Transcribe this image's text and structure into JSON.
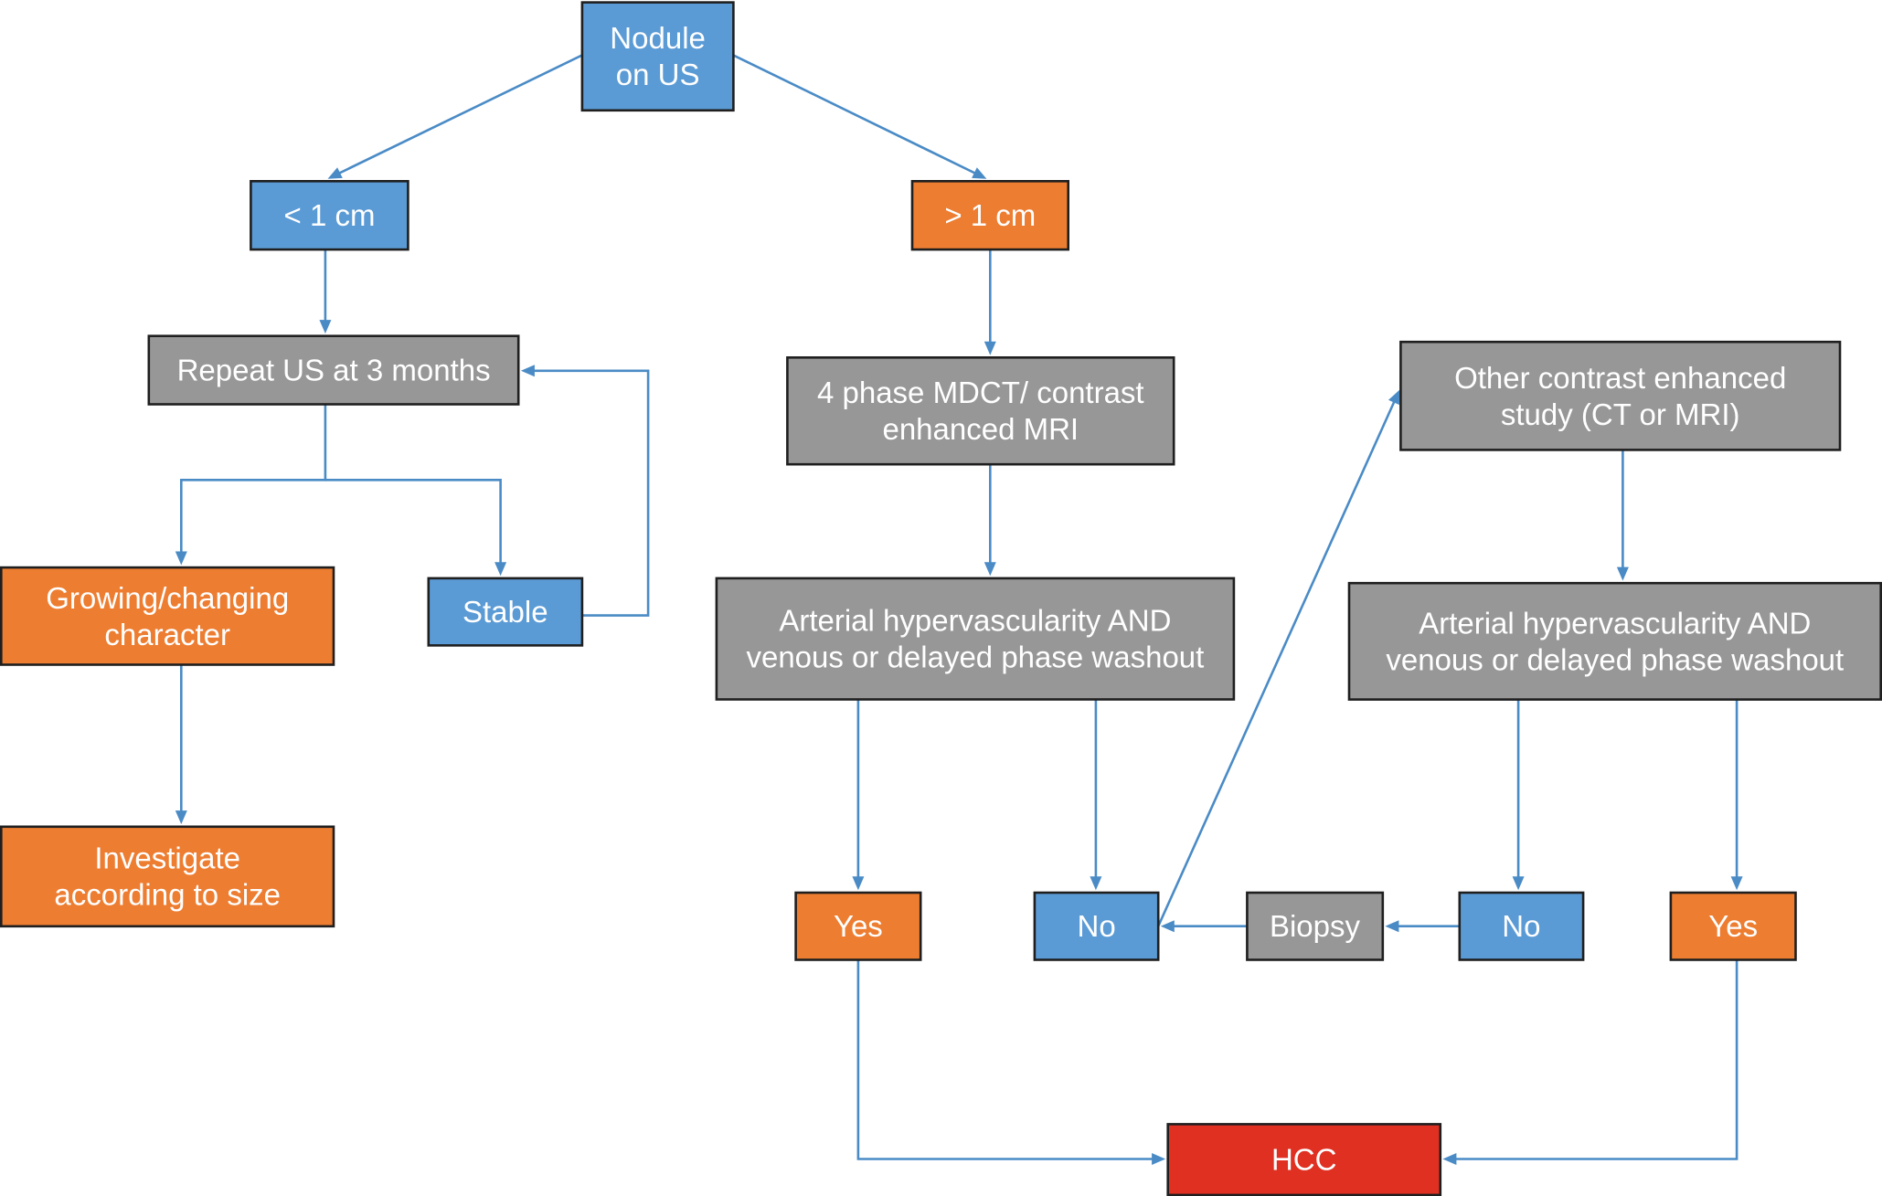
{
  "colors": {
    "blue": "#5b9bd5",
    "orange": "#ed7d31",
    "gray": "#979797",
    "red": "#e03022",
    "connector": "#4a8bc6",
    "text": "#ffffff"
  },
  "nodes": {
    "nodule_on_us": {
      "lines": [
        "Nodule",
        "on US"
      ],
      "fill": "blue"
    },
    "lt_1cm": {
      "lines": [
        "< 1 cm"
      ],
      "fill": "blue"
    },
    "gt_1cm": {
      "lines": [
        "> 1 cm"
      ],
      "fill": "orange"
    },
    "repeat_us": {
      "lines": [
        "Repeat US at 3 months"
      ],
      "fill": "gray"
    },
    "growing": {
      "lines": [
        "Growing/changing",
        "character"
      ],
      "fill": "orange"
    },
    "stable": {
      "lines": [
        "Stable"
      ],
      "fill": "blue"
    },
    "investigate": {
      "lines": [
        "Investigate",
        "according to size"
      ],
      "fill": "orange"
    },
    "mdct_mri": {
      "lines": [
        "4 phase MDCT/ contrast",
        "enhanced MRI"
      ],
      "fill": "gray"
    },
    "arterial_1": {
      "lines": [
        "Arterial hypervascularity AND",
        "venous or delayed phase washout"
      ],
      "fill": "gray"
    },
    "other_study": {
      "lines": [
        "Other contrast enhanced",
        "study (CT or MRI)"
      ],
      "fill": "gray"
    },
    "arterial_2": {
      "lines": [
        "Arterial hypervascularity AND",
        "venous or delayed phase washout"
      ],
      "fill": "gray"
    },
    "yes_1": {
      "lines": [
        "Yes"
      ],
      "fill": "orange"
    },
    "no_1": {
      "lines": [
        "No"
      ],
      "fill": "blue"
    },
    "biopsy": {
      "lines": [
        "Biopsy"
      ],
      "fill": "gray"
    },
    "no_2": {
      "lines": [
        "No"
      ],
      "fill": "blue"
    },
    "yes_2": {
      "lines": [
        "Yes"
      ],
      "fill": "orange"
    },
    "hcc": {
      "lines": [
        "HCC"
      ],
      "fill": "red"
    }
  },
  "edges": [
    {
      "from": "nodule_on_us",
      "to": "lt_1cm"
    },
    {
      "from": "nodule_on_us",
      "to": "gt_1cm"
    },
    {
      "from": "lt_1cm",
      "to": "repeat_us"
    },
    {
      "from": "repeat_us",
      "to": "growing"
    },
    {
      "from": "repeat_us",
      "to": "stable"
    },
    {
      "from": "stable",
      "to": "repeat_us"
    },
    {
      "from": "growing",
      "to": "investigate"
    },
    {
      "from": "gt_1cm",
      "to": "mdct_mri"
    },
    {
      "from": "mdct_mri",
      "to": "arterial_1"
    },
    {
      "from": "arterial_1",
      "to": "yes_1"
    },
    {
      "from": "arterial_1",
      "to": "no_1"
    },
    {
      "from": "no_1",
      "to": "other_study"
    },
    {
      "from": "other_study",
      "to": "arterial_2"
    },
    {
      "from": "arterial_2",
      "to": "no_2"
    },
    {
      "from": "arterial_2",
      "to": "yes_2"
    },
    {
      "from": "no_2",
      "to": "biopsy"
    },
    {
      "from": "biopsy",
      "to": "no_1"
    },
    {
      "from": "yes_1",
      "to": "hcc"
    },
    {
      "from": "yes_2",
      "to": "hcc"
    }
  ]
}
